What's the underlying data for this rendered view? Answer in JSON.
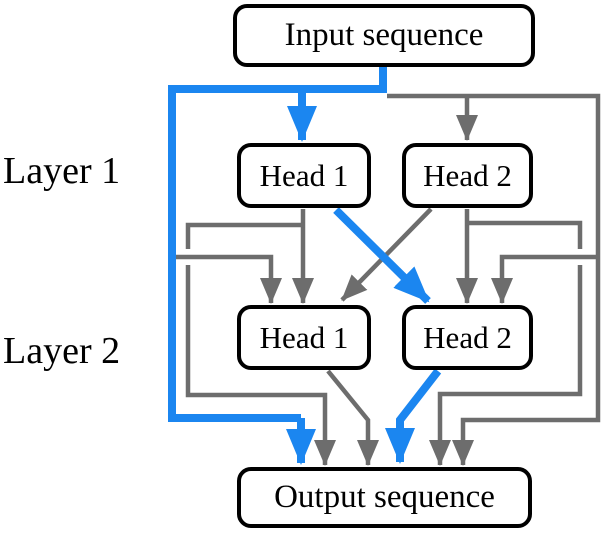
{
  "nodes": {
    "input_sequence": "Input sequence",
    "layer1_head1": "Head 1",
    "layer1_head2": "Head 2",
    "layer2_head1": "Head 1",
    "layer2_head2": "Head 2",
    "output_sequence": "Output sequence"
  },
  "row_labels": {
    "layer1": "Layer 1",
    "layer2": "Layer 2"
  },
  "colors": {
    "highlight": "#1b86f0",
    "line": "#6d6d6d",
    "node_border": "#000000",
    "node_fill": "#ffffff",
    "text": "#000000",
    "background": "#ffffff"
  },
  "edges": [
    {
      "from": "input_sequence",
      "to": "layer1_head1",
      "highlighted": true
    },
    {
      "from": "input_sequence",
      "to": "layer1_head2",
      "highlighted": false
    },
    {
      "from": "input_sequence",
      "to": "layer2_head1",
      "highlighted": false,
      "via": "left skip"
    },
    {
      "from": "input_sequence",
      "to": "layer2_head2",
      "highlighted": false,
      "via": "right skip"
    },
    {
      "from": "input_sequence",
      "to": "output_sequence",
      "highlighted": true,
      "via": "left skip"
    },
    {
      "from": "input_sequence",
      "to": "output_sequence",
      "highlighted": false,
      "via": "right skip"
    },
    {
      "from": "layer1_head1",
      "to": "layer2_head1",
      "highlighted": false
    },
    {
      "from": "layer1_head1",
      "to": "layer2_head2",
      "highlighted": true
    },
    {
      "from": "layer1_head1",
      "to": "output_sequence",
      "highlighted": false,
      "via": "left skip"
    },
    {
      "from": "layer1_head2",
      "to": "layer2_head1",
      "highlighted": false
    },
    {
      "from": "layer1_head2",
      "to": "layer2_head2",
      "highlighted": false
    },
    {
      "from": "layer1_head2",
      "to": "output_sequence",
      "highlighted": false,
      "via": "right skip"
    },
    {
      "from": "layer2_head1",
      "to": "output_sequence",
      "highlighted": false
    },
    {
      "from": "layer2_head2",
      "to": "output_sequence",
      "highlighted": true
    }
  ]
}
